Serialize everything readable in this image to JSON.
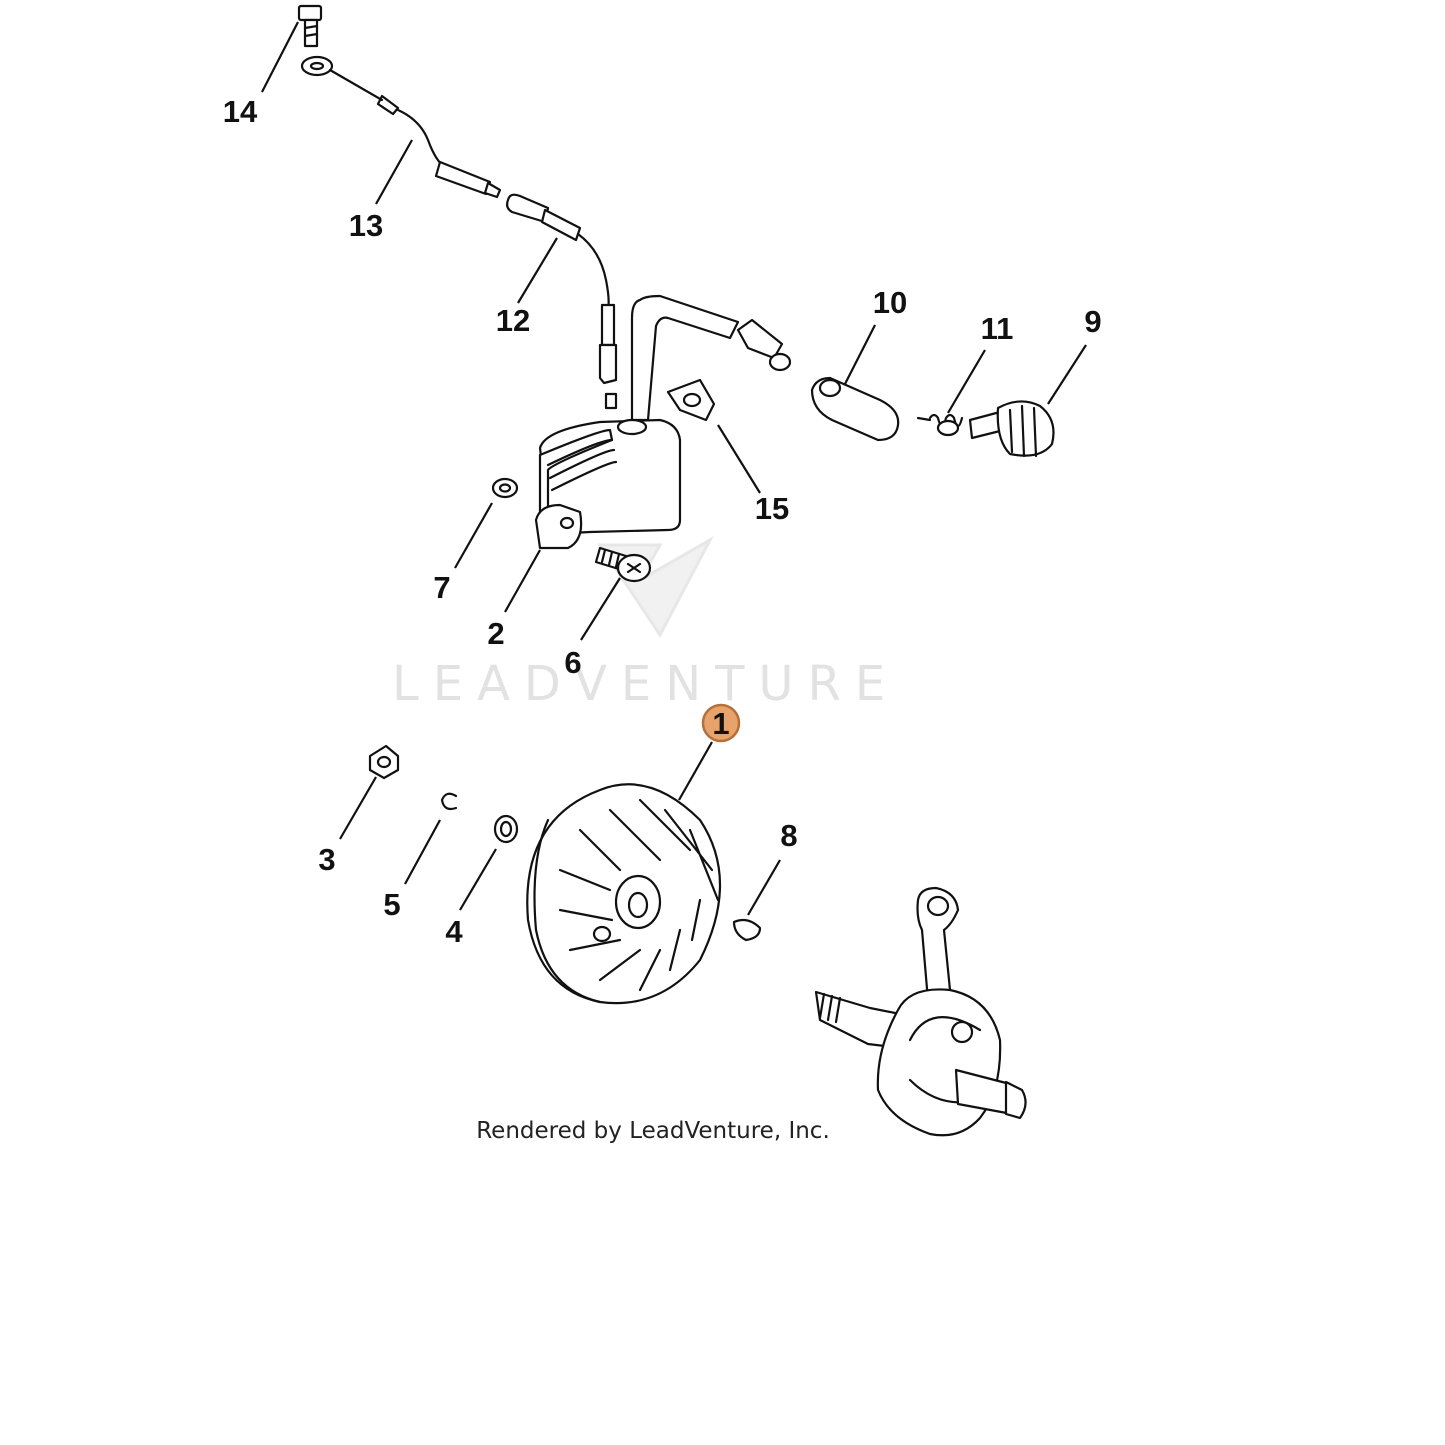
{
  "diagram": {
    "watermark_text": "LEADVENTURE",
    "footer_text": "Rendered by LeadVenture, Inc.",
    "highlight_color": "#e8a36c",
    "highlight_stroke": "#b5703a",
    "callouts": {
      "c1": "1",
      "c2": "2",
      "c3": "3",
      "c4": "4",
      "c5": "5",
      "c6": "6",
      "c7": "7",
      "c8": "8",
      "c9": "9",
      "c10": "10",
      "c11": "11",
      "c12": "12",
      "c13": "13",
      "c14": "14",
      "c15": "15"
    }
  }
}
